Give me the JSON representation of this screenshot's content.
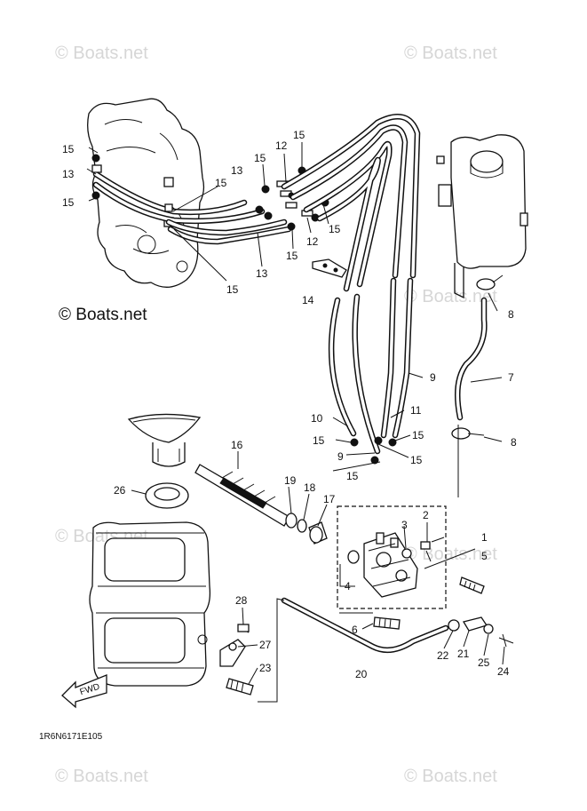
{
  "watermarks": {
    "text": "© Boats.net",
    "prominent": "© Boats.net"
  },
  "diagram_code": "1R6N6171E105",
  "fwd_label": "FWD",
  "callouts": {
    "c15a": "15",
    "c13a": "13",
    "c15b": "15",
    "c13b": "13",
    "c15c": "15",
    "c15d": "15",
    "c12a": "12",
    "c15e": "15",
    "c15f": "15",
    "c12b": "12",
    "c15g": "15",
    "c15h": "15",
    "c13c": "13",
    "c14": "14",
    "c8a": "8",
    "c7": "7",
    "c9a": "9",
    "c10": "10",
    "c11": "11",
    "c15i": "15",
    "c15j": "15",
    "c9b": "9",
    "c15k": "15",
    "c8b": "8",
    "c16": "16",
    "c26": "26",
    "c19": "19",
    "c18": "18",
    "c17": "17",
    "c3": "3",
    "c2": "2",
    "c1": "1",
    "c5": "5",
    "c4": "4",
    "c28": "28",
    "c27": "27",
    "c23": "23",
    "c6": "6",
    "c20": "20",
    "c22": "22",
    "c21": "21",
    "c25": "25",
    "c24": "24"
  }
}
